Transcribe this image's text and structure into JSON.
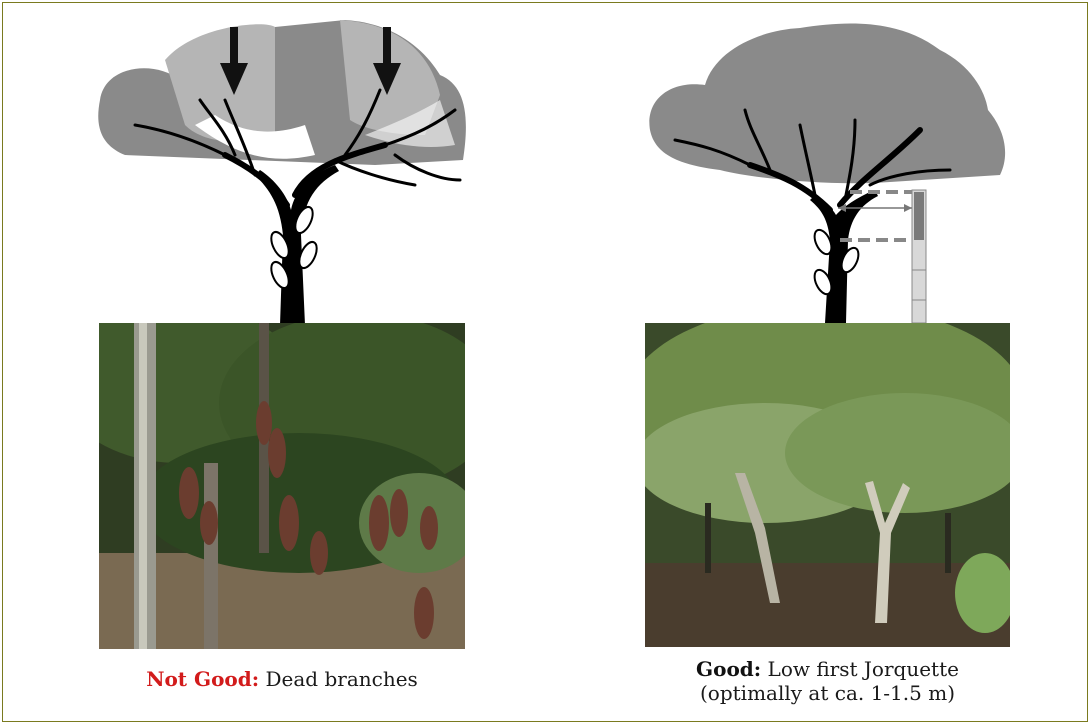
{
  "left": {
    "label": "Not Good:",
    "text": "Dead branches"
  },
  "right": {
    "label": "Good:",
    "text": "Low first Jorquette",
    "text2": "(optimally at ca. 1-1.5 m)"
  },
  "colors": {
    "border": "#7a7a1f",
    "canopy_dark": "#8a8a8a",
    "canopy_light": "#b5b5b5",
    "trunk": "#000000",
    "bad_label": "#d21b1b"
  }
}
